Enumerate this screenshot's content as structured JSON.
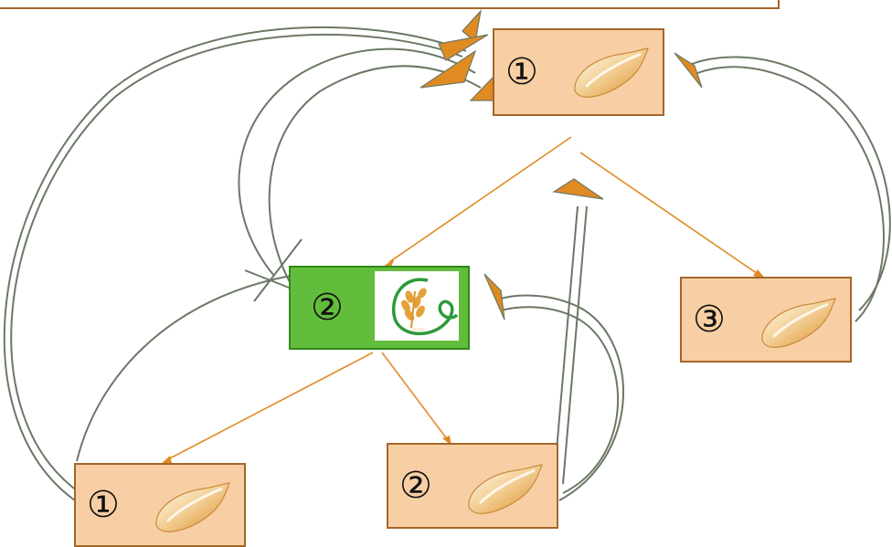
{
  "nodes": {
    "top": {
      "label": "①",
      "icon": "rice-grain-icon"
    },
    "middle": {
      "label": "②",
      "icon": "wheat-logo-icon"
    },
    "right": {
      "label": "③",
      "icon": "rice-grain-icon"
    },
    "bottom_left": {
      "label": "①",
      "icon": "rice-grain-icon"
    },
    "bottom_middle": {
      "label": "②",
      "icon": "rice-grain-icon"
    }
  },
  "colors": {
    "node_fill": "#f8cfa4",
    "node_border": "#a4662a",
    "highlight_fill": "#63bd3c",
    "tree_edge": "#e08a22",
    "arc": "#6b7865"
  }
}
